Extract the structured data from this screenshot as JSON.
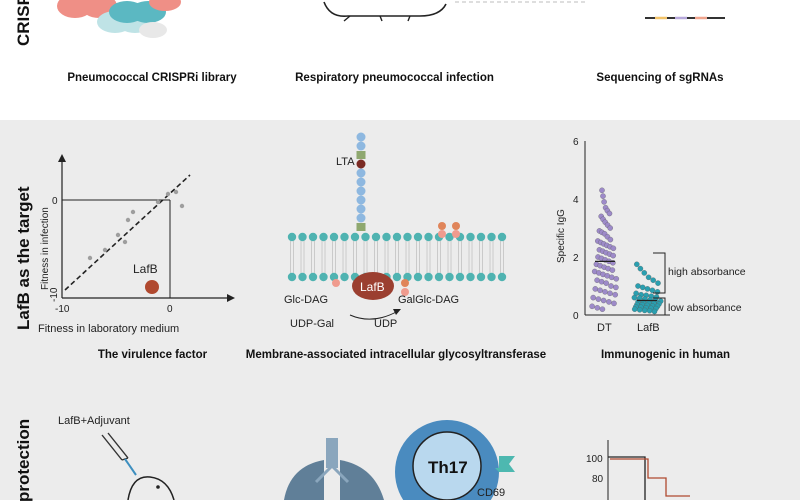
{
  "sections": {
    "top": {
      "label": "CRISPR"
    },
    "middle": {
      "label": "LafB as the target"
    },
    "bottom": {
      "label": "protection"
    }
  },
  "captions": {
    "library": "Pneumococcal CRISPRi library",
    "infection": "Respiratory pneumococcal infection",
    "sequencing": "Sequencing of sgRNAs",
    "virulence": "The virulence factor",
    "membrane": "Membrane-associated intracellular glycosyltransferase",
    "immunogenic": "Immunogenic in human"
  },
  "fitness_plot": {
    "xlabel": "Fitness in laboratory medium",
    "ylabel": "Fitness in infection",
    "x_ticks": [
      "-10",
      "0"
    ],
    "y_ticks": [
      "-10",
      "0"
    ],
    "highlight_label": "LafB"
  },
  "membrane": {
    "lta_label": "LTA",
    "enzyme_label": "LafB",
    "substrate": "Glc-DAG",
    "product": "GalGlc-DAG",
    "donor": "UDP-Gal",
    "donor_product": "UDP"
  },
  "chart_data": {
    "type": "scatter",
    "title": "",
    "xlabel": "",
    "ylabel": "Specific IgG",
    "ylim": [
      0,
      6
    ],
    "y_ticks": [
      "0",
      "2",
      "4",
      "6"
    ],
    "categories": [
      "DT",
      "LafB"
    ],
    "annotations": [
      "high absorbance",
      "low absorbance"
    ],
    "colors": {
      "DT": "#9d8ac9",
      "LafB": "#2a9fb0"
    },
    "series": [
      {
        "name": "DT",
        "values": [
          4.3,
          4.1,
          3.9,
          3.7,
          3.6,
          3.5,
          3.4,
          3.3,
          3.2,
          3.1,
          3.0,
          2.9,
          2.85,
          2.8,
          2.7,
          2.6,
          2.55,
          2.5,
          2.45,
          2.4,
          2.35,
          2.3,
          2.25,
          2.2,
          2.15,
          2.1,
          2.05,
          2.0,
          1.95,
          1.9,
          1.85,
          1.8,
          1.75,
          1.7,
          1.65,
          1.6,
          1.55,
          1.5,
          1.45,
          1.4,
          1.35,
          1.3,
          1.25,
          1.2,
          1.15,
          1.1,
          1.0,
          0.95,
          0.9,
          0.85,
          0.8,
          0.75,
          0.7,
          0.6,
          0.55,
          0.5,
          0.45,
          0.4,
          0.3,
          0.25,
          0.2
        ]
      },
      {
        "name": "LafB",
        "values": [
          1.75,
          1.6,
          1.45,
          1.3,
          1.2,
          1.1,
          1.0,
          0.95,
          0.9,
          0.85,
          0.8,
          0.75,
          0.7,
          0.68,
          0.65,
          0.62,
          0.6,
          0.58,
          0.55,
          0.52,
          0.5,
          0.48,
          0.46,
          0.44,
          0.42,
          0.4,
          0.38,
          0.36,
          0.35,
          0.33,
          0.31,
          0.3,
          0.28,
          0.27,
          0.25,
          0.23,
          0.22,
          0.2,
          0.18,
          0.16,
          0.15,
          0.12
        ]
      }
    ]
  },
  "protection": {
    "vaccine_label": "LafB+Adjuvant",
    "cell_label": "Th17",
    "marker_label": "CD69",
    "survival_ticks": [
      "100",
      "80"
    ]
  }
}
